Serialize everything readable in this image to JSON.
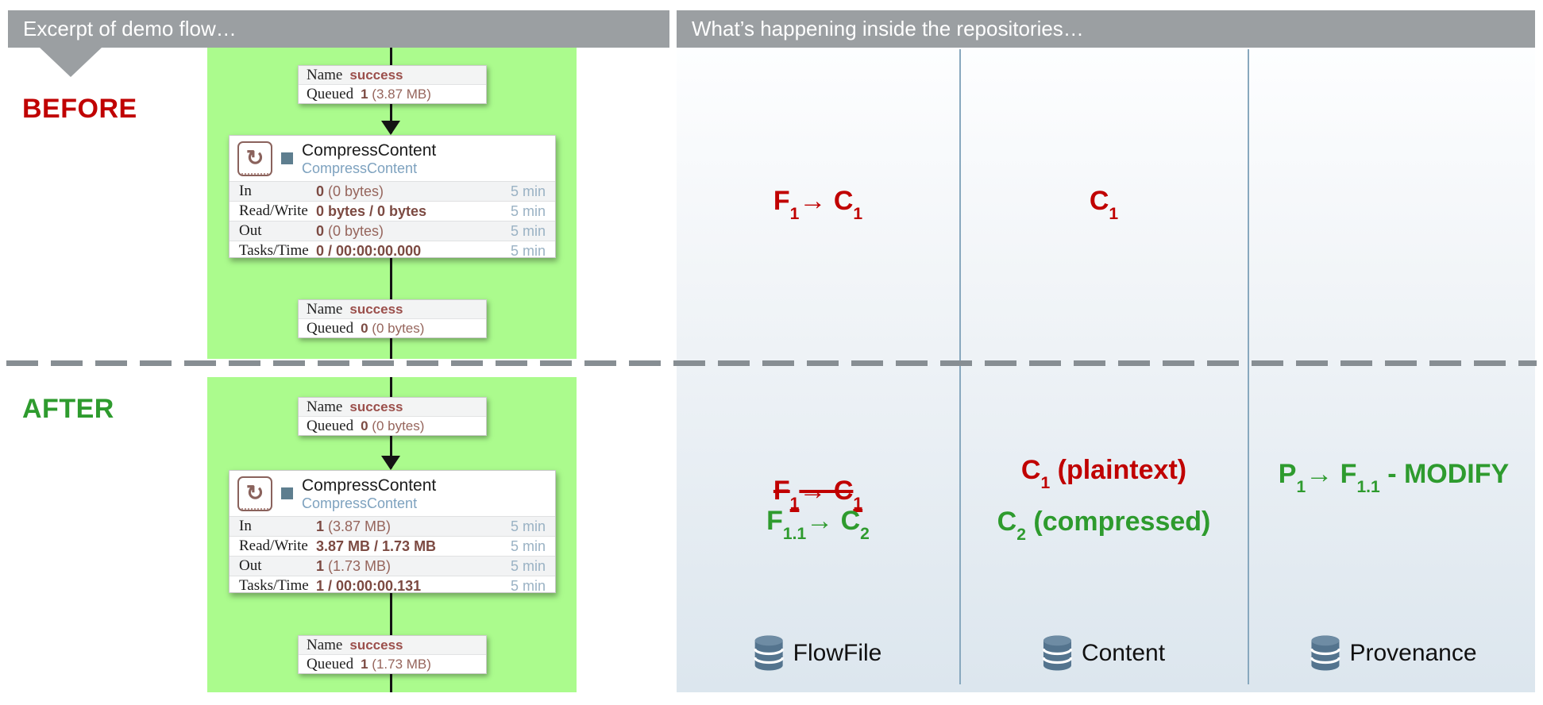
{
  "colors": {
    "red": "#C00000",
    "green": "#2E9B2E",
    "banner_gray": "#9B9FA2",
    "panel_green": "#ABFB8D",
    "divider_blue": "#88A8BE",
    "stat_maroon": "#7C4A42"
  },
  "banners": {
    "left": "Excerpt of demo flow…",
    "right": "What’s happening inside the repositories…"
  },
  "sections": {
    "before": "BEFORE",
    "after": "AFTER"
  },
  "conn_keys": {
    "name": "Name",
    "queued": "Queued"
  },
  "flow": {
    "before": {
      "inbound": {
        "name": "success",
        "count": "1",
        "size": " (3.87 MB)"
      },
      "processor": {
        "title": "CompressContent",
        "type": "CompressContent",
        "stats": [
          {
            "label": "In",
            "strong": "0",
            "rest": " (0 bytes)",
            "window": "5 min"
          },
          {
            "label": "Read/Write",
            "strong": "0 bytes / 0 bytes",
            "rest": "",
            "window": "5 min"
          },
          {
            "label": "Out",
            "strong": "0",
            "rest": " (0 bytes)",
            "window": "5 min"
          },
          {
            "label": "Tasks/Time",
            "strong": "0 / 00:00:00.000",
            "rest": "",
            "window": "5 min"
          }
        ]
      },
      "outbound": {
        "name": "success",
        "count": "0",
        "size": " (0 bytes)"
      }
    },
    "after": {
      "inbound": {
        "name": "success",
        "count": "0",
        "size": " (0 bytes)"
      },
      "processor": {
        "title": "CompressContent",
        "type": "CompressContent",
        "stats": [
          {
            "label": "In",
            "strong": "1",
            "rest": " (3.87 MB)",
            "window": "5 min"
          },
          {
            "label": "Read/Write",
            "strong": "3.87 MB / 1.73 MB",
            "rest": "",
            "window": "5 min"
          },
          {
            "label": "Out",
            "strong": "1",
            "rest": " (1.73 MB)",
            "window": "5 min"
          },
          {
            "label": "Tasks/Time",
            "strong": "1 / 00:00:00.131",
            "rest": "",
            "window": "5 min"
          }
        ]
      },
      "outbound": {
        "name": "success",
        "count": "1",
        "size": " (1.73 MB)"
      }
    }
  },
  "repo": {
    "cells": {
      "before_flowfile": {
        "color": "red",
        "strike": false,
        "parts": [
          {
            "t": "F"
          },
          {
            "t": "1",
            "sub": true
          },
          {
            "t": "→ C"
          },
          {
            "t": "1",
            "sub": true
          }
        ]
      },
      "before_content": {
        "color": "red",
        "strike": false,
        "parts": [
          {
            "t": "C"
          },
          {
            "t": "1",
            "sub": true
          }
        ]
      },
      "after_flowfile_old": {
        "color": "red",
        "strike": true,
        "parts": [
          {
            "t": "F"
          },
          {
            "t": "1",
            "sub": true
          },
          {
            "t": "→ C"
          },
          {
            "t": "1",
            "sub": true
          }
        ]
      },
      "after_flowfile_new": {
        "color": "green",
        "strike": false,
        "parts": [
          {
            "t": "F"
          },
          {
            "t": "1.1",
            "sub": true
          },
          {
            "t": "→ C"
          },
          {
            "t": "2",
            "sub": true
          }
        ]
      },
      "after_content_old": {
        "color": "red",
        "strike": false,
        "parts": [
          {
            "t": "C"
          },
          {
            "t": "1",
            "sub": true
          },
          {
            "t": " (plaintext)"
          }
        ]
      },
      "after_content_new": {
        "color": "green",
        "strike": false,
        "parts": [
          {
            "t": "C"
          },
          {
            "t": "2",
            "sub": true
          },
          {
            "t": " (compressed)"
          }
        ]
      },
      "after_provenance": {
        "color": "green",
        "strike": false,
        "parts": [
          {
            "t": "P"
          },
          {
            "t": "1",
            "sub": true
          },
          {
            "t": "→ F"
          },
          {
            "t": "1.1",
            "sub": true
          },
          {
            "t": " - MODIFY"
          }
        ]
      }
    },
    "legend": [
      {
        "label": "FlowFile"
      },
      {
        "label": "Content"
      },
      {
        "label": "Provenance"
      }
    ]
  }
}
